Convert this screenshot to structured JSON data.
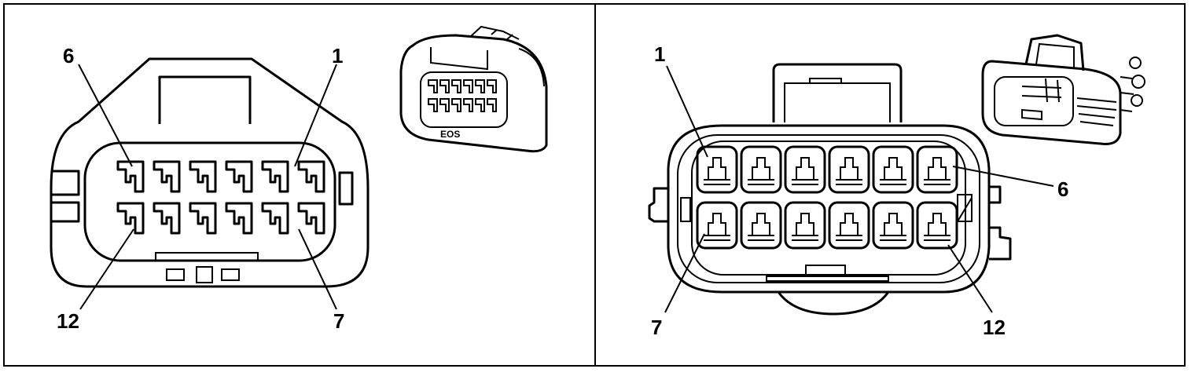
{
  "left_panel": {
    "callouts": {
      "top_left": "6",
      "top_right": "1",
      "bottom_left": "12",
      "bottom_right": "7"
    },
    "thumbnail_marking": "EOS"
  },
  "right_panel": {
    "callouts": {
      "top_left": "1",
      "right": "6",
      "bottom_left": "7",
      "bottom_right": "12"
    }
  },
  "colors": {
    "line": "#000000",
    "background": "#ffffff"
  }
}
